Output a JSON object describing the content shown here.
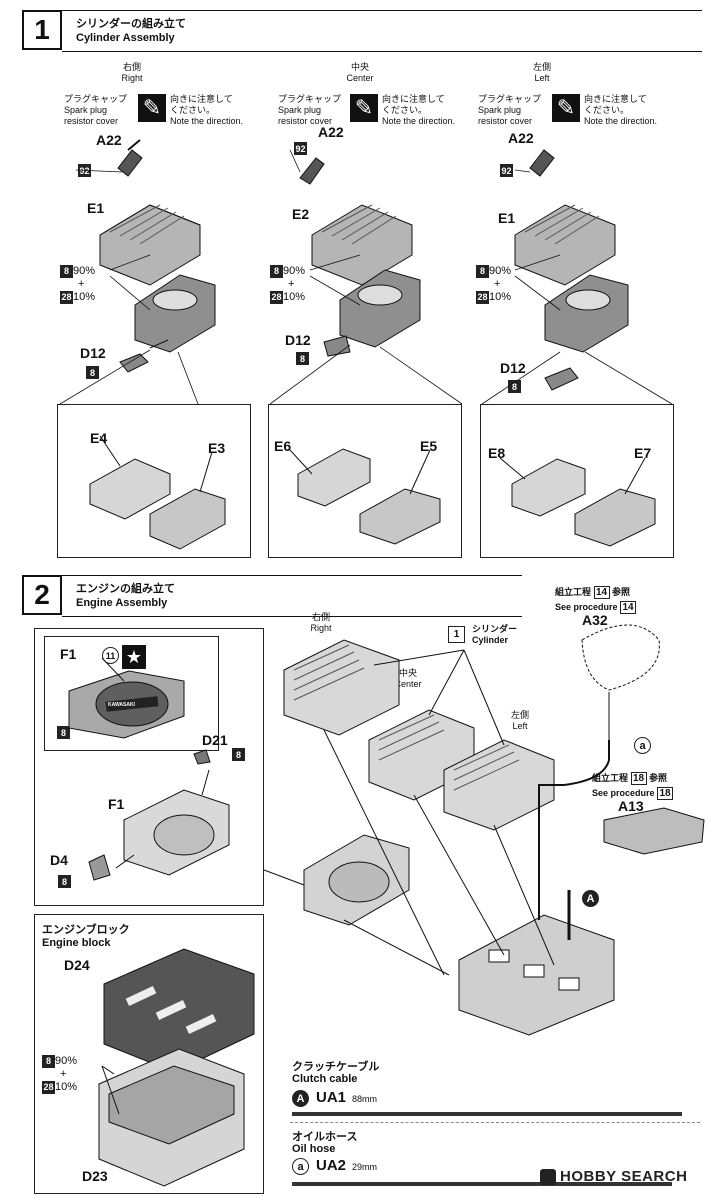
{
  "step1": {
    "number": "1",
    "title_jp": "シリンダーの組み立て",
    "title_en": "Cylinder Assembly",
    "columns": [
      {
        "pos_jp": "右側",
        "pos_en": "Right",
        "cap_jp": "プラグキャップ",
        "cap_en1": "Spark plug",
        "cap_en2": "resistor cover",
        "note_jp1": "向きに注意して",
        "note_jp2": "ください。",
        "note_en": "Note the direction.",
        "part_cap": "A22",
        "color_cap": "92",
        "part_head": "E1",
        "mix_c1": "8",
        "mix_p1": "90%",
        "mix_plus": "+",
        "mix_c2": "28",
        "mix_p2": "10%",
        "part_clip": "D12",
        "color_clip": "8",
        "detail_left": "E4",
        "detail_right": "E3"
      },
      {
        "pos_jp": "中央",
        "pos_en": "Center",
        "cap_jp": "プラグキャップ",
        "cap_en1": "Spark plug",
        "cap_en2": "resistor cover",
        "note_jp1": "向きに注意して",
        "note_jp2": "ください。",
        "note_en": "Note the direction.",
        "part_cap": "A22",
        "color_cap": "92",
        "part_head": "E2",
        "mix_c1": "8",
        "mix_p1": "90%",
        "mix_plus": "+",
        "mix_c2": "28",
        "mix_p2": "10%",
        "part_clip": "D12",
        "color_clip": "8",
        "detail_left": "E6",
        "detail_right": "E5"
      },
      {
        "pos_jp": "左側",
        "pos_en": "Left",
        "cap_jp": "プラグキャップ",
        "cap_en1": "Spark plug",
        "cap_en2": "resistor cover",
        "note_jp1": "向きに注意して",
        "note_jp2": "ください。",
        "note_en": "Note the direction.",
        "part_cap": "A22",
        "color_cap": "92",
        "part_head": "E1",
        "mix_c1": "8",
        "mix_p1": "90%",
        "mix_plus": "+",
        "mix_c2": "28",
        "mix_p2": "10%",
        "part_clip": "D12",
        "color_clip": "8",
        "detail_left": "E8",
        "detail_right": "E7"
      }
    ]
  },
  "step2": {
    "number": "2",
    "title_jp": "エンジンの組み立て",
    "title_en": "Engine Assembly",
    "inset_f1": {
      "part": "F1",
      "decal": "11",
      "color": "8",
      "logo": "KAWASAKI"
    },
    "d21": {
      "part": "D21",
      "color": "8"
    },
    "f1": "F1",
    "d4": {
      "part": "D4",
      "color": "8"
    },
    "cylinder_ref": {
      "num": "1",
      "jp": "シリンダー",
      "en": "Cylinder"
    },
    "cyl_right": {
      "jp": "右側",
      "en": "Right"
    },
    "cyl_center": {
      "jp": "中央",
      "en": "Center"
    },
    "cyl_left": {
      "jp": "左側",
      "en": "Left"
    },
    "a32": {
      "ref_jp": "組立工程",
      "ref_num": "14",
      "ref_jp2": "参照",
      "ref_en": "See procedure",
      "part": "A32"
    },
    "a13": {
      "ref_jp": "組立工程",
      "ref_num": "18",
      "ref_jp2": "参照",
      "ref_en": "See procedure",
      "part": "A13"
    },
    "marker_a_small": "a",
    "marker_a_big": "A",
    "block": {
      "title_jp": "エンジンブロック",
      "title_en": "Engine block",
      "part_top": "D24",
      "part_bottom": "D23",
      "mix_c1": "8",
      "mix_p1": "90%",
      "mix_plus": "+",
      "mix_c2": "28",
      "mix_p2": "10%"
    },
    "clutch": {
      "jp": "クラッチケーブル",
      "en": "Clutch cable",
      "marker": "A",
      "code": "UA1",
      "length": "88mm"
    },
    "oil": {
      "jp": "オイルホース",
      "en": "Oil hose",
      "marker": "a",
      "code": "UA2",
      "length": "29mm"
    }
  },
  "watermark": "HOBBY SEARCH",
  "colors": {
    "ink": "#111111",
    "paper": "#ffffff",
    "part_fill": "#b9b9b9",
    "part_dark": "#6d6d6d",
    "rule": "#333333"
  }
}
